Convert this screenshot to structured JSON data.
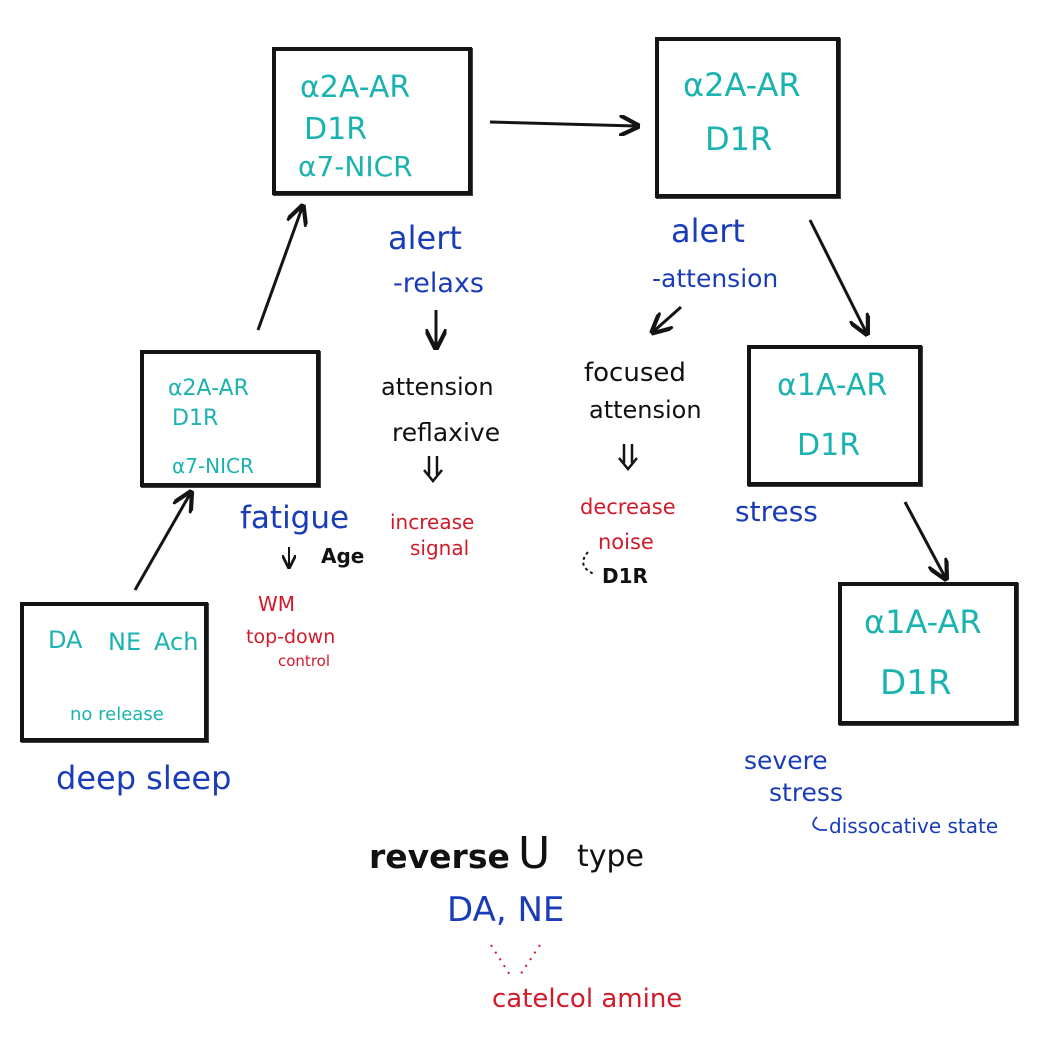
{
  "boxes": {
    "box1": {
      "lines": [
        "α2A-AR",
        "D1R",
        "α7-NICR"
      ]
    },
    "box2": {
      "lines": [
        "α2A-AR",
        "D1R"
      ]
    },
    "box3": {
      "lines": [
        "α2A-AR",
        "D1R",
        "α7-NICR"
      ]
    },
    "box4": {
      "lines": [
        "α1A-AR",
        "D1R"
      ]
    },
    "box5": {
      "lines": [
        "DA",
        "NE",
        "Ach",
        "no release"
      ]
    },
    "box6": {
      "lines": [
        "α1A-AR",
        "D1R"
      ]
    }
  },
  "labels": {
    "alert_relax": [
      "alert",
      "-relaxs"
    ],
    "alert_attention": [
      "alert",
      "-attension"
    ],
    "attention_reflexive": [
      "attension",
      "reflaxive"
    ],
    "increase_signal": [
      "increase",
      "signal"
    ],
    "focused_attention": [
      "focused",
      "attension"
    ],
    "decrease_noise": [
      "decrease",
      "noise"
    ],
    "d1r_note": "D1R",
    "fatigue": "fatigue",
    "age": "Age",
    "wm_topdown": [
      "WM",
      "top-down",
      "control"
    ],
    "stress": "stress",
    "deep_sleep": "deep sleep",
    "severe_stress": [
      "severe",
      "stress"
    ],
    "dissociative": "dissocative state",
    "reverse_u": [
      "reverse",
      "U",
      "type"
    ],
    "da_ne": "DA,  NE",
    "catecholamine": "catelcol amine"
  },
  "colors": {
    "receptor": "#1bb3b0",
    "state": "#1a3cb8",
    "effect": "#d11a2a",
    "process": "#111111"
  }
}
